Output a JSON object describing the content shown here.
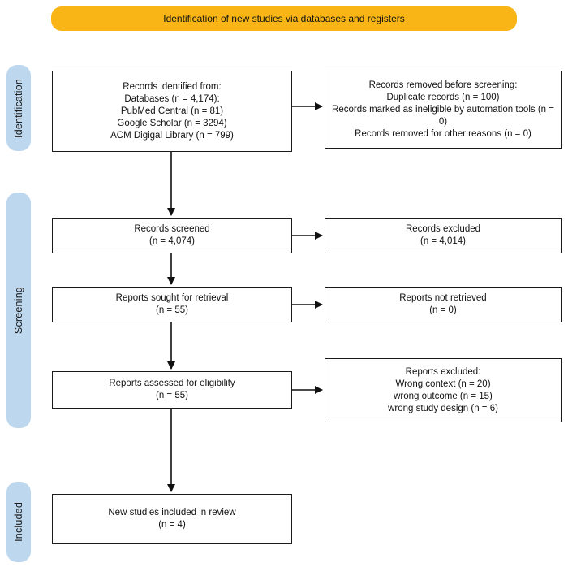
{
  "banner": {
    "label": "Identification of new studies via databases and registers"
  },
  "stages": [
    {
      "label": "Identification"
    },
    {
      "label": "Screening"
    },
    {
      "label": "Included"
    }
  ],
  "boxes": {
    "identified": "Records identified from:\nDatabases (n = 4,174):\nPubMed Central (n = 81)\nGoogle Scholar (n = 3294)\nACM Digigal Library (n = 799)",
    "removed": "Records removed before screening:\nDuplicate records (n = 100)\nRecords marked as ineligible by automation tools (n = 0)\nRecords removed for other reasons (n = 0)",
    "screened": "Records screened\n(n = 4,074)",
    "excluded": "Records excluded\n(n = 4,014)",
    "sought": "Reports sought for retrieval\n(n = 55)",
    "not_retrieved": "Reports not retrieved\n(n = 0)",
    "assessed": "Reports assessed for eligibility\n(n = 55)",
    "reports_excluded": "Reports excluded:\nWrong context (n = 20)\nwrong outcome (n = 15)\nwrong study design (n = 6)",
    "included": "New studies included in review\n(n = 4)"
  },
  "colors": {
    "banner_bg": "#F8B515",
    "stage_bg": "#BDD7EE",
    "box_border": "#1A1A1A",
    "arrow": "#111111"
  }
}
